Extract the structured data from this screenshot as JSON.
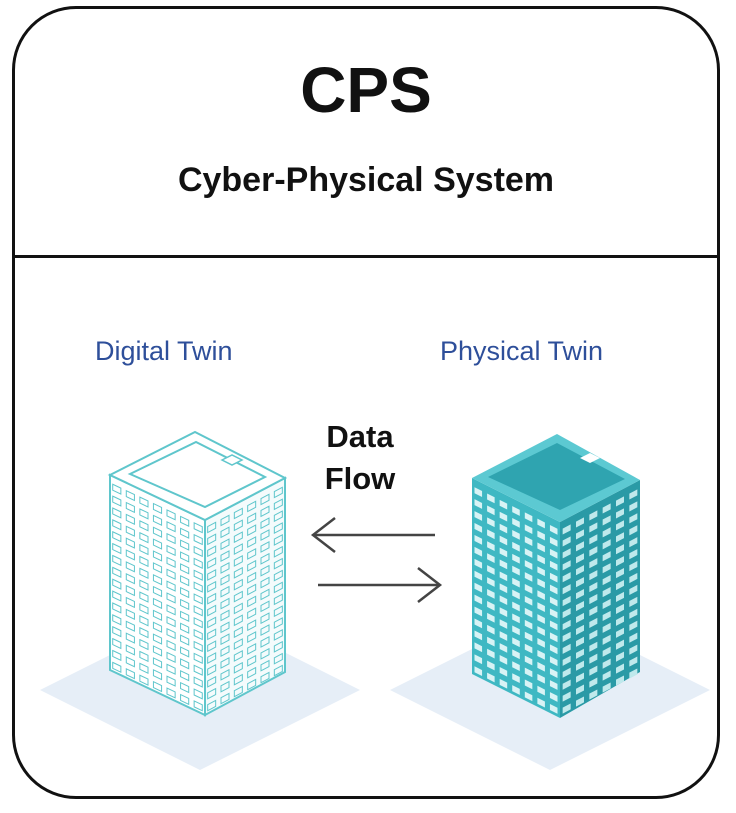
{
  "header": {
    "title": "CPS",
    "subtitle": "Cyber-Physical System"
  },
  "diagram": {
    "left_label": "Digital Twin",
    "right_label": "Physical Twin",
    "flow_label_line1": "Data",
    "flow_label_line2": "Flow"
  },
  "colors": {
    "label_blue": "#2e4f9a",
    "digital_twin_stroke": "#5fc6cc",
    "physical_twin_fill": "#3fb8c3",
    "physical_twin_dark": "#2a9aa6",
    "ground_shadow": "#e6eef7",
    "border": "#111111"
  },
  "icons": {
    "left_arrow": "arrow-left-icon",
    "right_arrow": "arrow-right-icon",
    "digital_building": "wireframe-building-icon",
    "physical_building": "solid-building-icon"
  }
}
